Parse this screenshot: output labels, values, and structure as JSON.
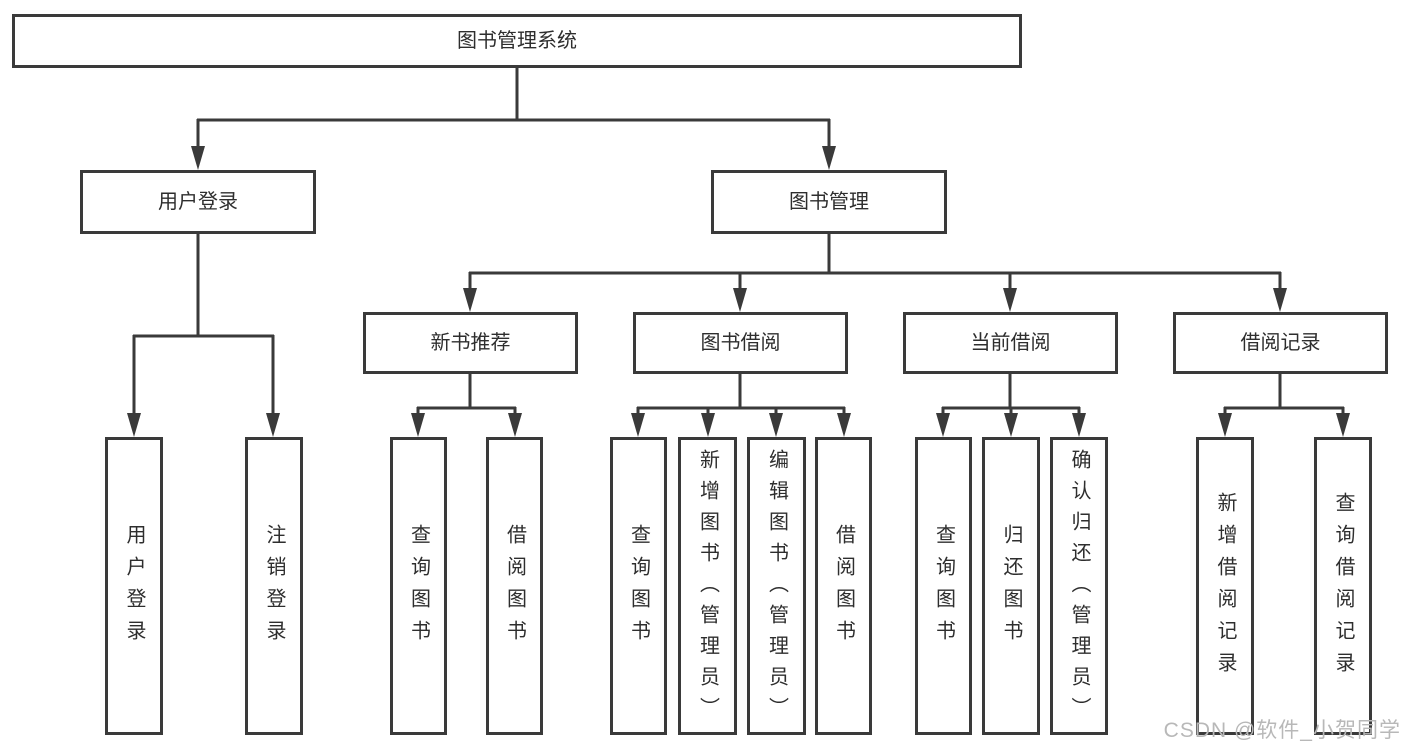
{
  "diagram": {
    "title": "图书管理系统",
    "root": {
      "label": "图书管理系统"
    },
    "level2": [
      {
        "label": "用户登录"
      },
      {
        "label": "图书管理"
      }
    ],
    "level3": [
      {
        "label": "新书推荐"
      },
      {
        "label": "图书借阅"
      },
      {
        "label": "当前借阅"
      },
      {
        "label": "借阅记录"
      }
    ],
    "leaves": {
      "user_login": [
        {
          "label": "用户登录"
        },
        {
          "label": "注销登录"
        }
      ],
      "new_book_recommend": [
        {
          "label": "查询图书"
        },
        {
          "label": "借阅图书"
        }
      ],
      "book_borrow": [
        {
          "label": "查询图书"
        },
        {
          "label": "新增图书（管理员）"
        },
        {
          "label": "编辑图书（管理员）"
        },
        {
          "label": "借阅图书"
        }
      ],
      "current_borrow": [
        {
          "label": "查询图书"
        },
        {
          "label": "归还图书"
        },
        {
          "label": "确认归还（管理员）"
        }
      ],
      "borrow_records": [
        {
          "label": "新增借阅记录"
        },
        {
          "label": "查询借阅记录"
        }
      ]
    },
    "colors": {
      "line": "#3a3a3a",
      "text": "#2e2e2e",
      "box_background": "#ffffff",
      "watermark": "#b8b8b8"
    }
  },
  "watermark": {
    "text": "CSDN @软件_小贺同学"
  }
}
